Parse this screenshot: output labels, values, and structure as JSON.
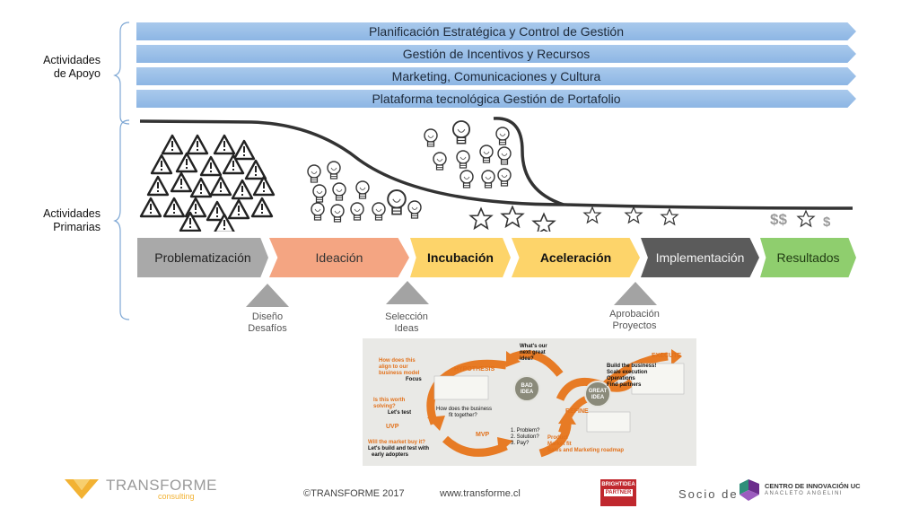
{
  "side_labels": {
    "support": [
      "Actividades",
      "de Apoyo"
    ],
    "primary": [
      "Actividades",
      "Primarias"
    ]
  },
  "support_bars": [
    "Planificación Estratégica y Control de Gestión",
    "Gestión de Incentivos y Recursos",
    "Marketing, Comunicaciones y Cultura",
    "Plataforma tecnológica Gestión de Portafolio"
  ],
  "stages": [
    {
      "label": "Problematización",
      "color": "#a9a9a9",
      "text_color": "#222222",
      "bold": false
    },
    {
      "label": "Ideación",
      "color": "#f4a582",
      "text_color": "#333333",
      "bold": false
    },
    {
      "label": "Incubación",
      "color": "#fdd46a",
      "text_color": "#111111",
      "bold": true
    },
    {
      "label": "Aceleración",
      "color": "#fdd46a",
      "text_color": "#111111",
      "bold": true
    },
    {
      "label": "Implementación",
      "color": "#5b5b5b",
      "text_color": "#f2f2f2",
      "bold": false
    },
    {
      "label": "Resultados",
      "color": "#8fce6e",
      "text_color": "#1f3a12",
      "bold": false
    }
  ],
  "gates": [
    {
      "line1": "Diseño",
      "line2": "Desafíos"
    },
    {
      "line1": "Selección",
      "line2": "Ideas"
    },
    {
      "line1": "Aprobación",
      "line2": "Proyectos"
    }
  ],
  "results_symbols": {
    "dollars": "$$",
    "dollar": "$"
  },
  "cycle": {
    "texts": {
      "q1": "How does this",
      "q1b": "align to our",
      "q1c": "business model",
      "q1d": "Focus",
      "q2": "What's our",
      "q2b": "next great",
      "q2c": "idea?",
      "q3": "Is this worth",
      "q3b": "solving?",
      "q3c": "Let's test",
      "q4": "How does the business",
      "q4b": "fit together?",
      "q5": "Will the market buy it?",
      "q5b": "Let's build and test with",
      "q5c": "early adopters",
      "p1": "1. Problem?",
      "p2": "2. Solution?",
      "p3": "3. Pay?",
      "e1": "Build the business!",
      "e2": "Scale execution",
      "e3": "Operations",
      "e4": "Find partners",
      "r1": "Product",
      "r2": "Market fit",
      "r3": "Sales and Marketing roadmap",
      "bad1": "BAD",
      "bad2": "IDEA",
      "great1": "GREAT",
      "great2": "IDEA"
    },
    "headings": {
      "hypothesis": "HYPOTHESIS",
      "uvp": "UVP",
      "mvp": "MVP",
      "refine": "REFINE",
      "execute": "EXECUTE"
    }
  },
  "footer": {
    "brand_main": "TRANSFORME",
    "brand_sub": "consulting",
    "copyright": "©TRANSFORME 2017",
    "website": "www.transforme.cl",
    "partner_prefix": "Socio de",
    "partner_name": "CENTRO DE INNOVACIÓN UC",
    "partner_sub": "ANACLETO ANGELINI",
    "badge_top": "BRIGHTIDEA",
    "badge_mid": "PARTNER",
    "colors": {
      "brand": "#f2b233",
      "badge": "#c0282e",
      "cube_green": "#2f8f7a",
      "cube_purple": "#6b2d8c"
    }
  }
}
